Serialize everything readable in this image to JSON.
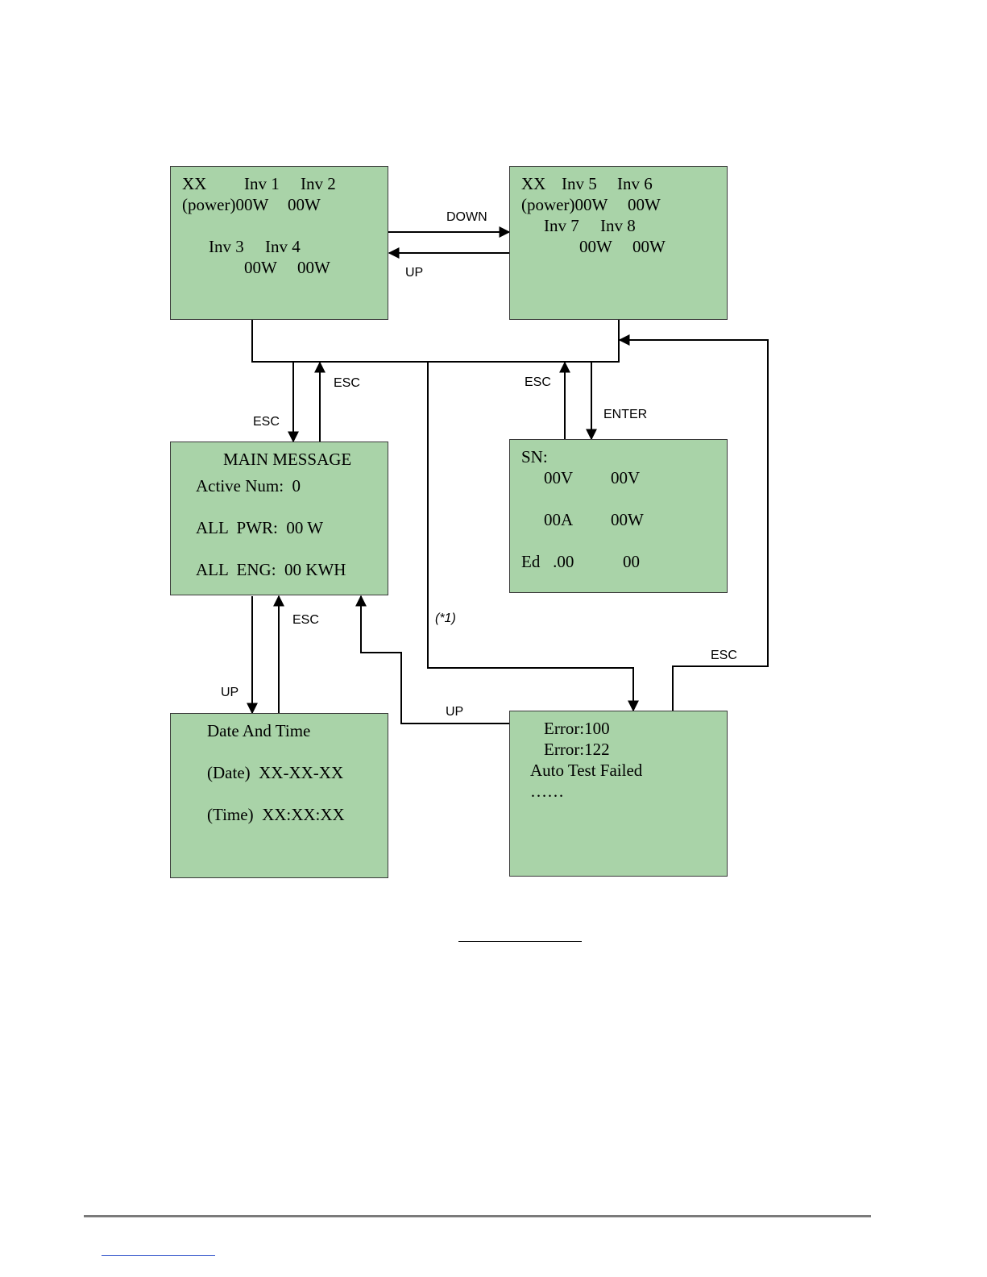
{
  "screens": {
    "inv_1_4": {
      "lines": [
        "XX",
        "Inv 1",
        "Inv 2",
        "(power)00W",
        "00W",
        "Inv 3",
        "Inv 4",
        "00W",
        "00W"
      ]
    },
    "inv_5_8": {
      "lines": [
        "XX",
        "Inv 5",
        "Inv 6",
        "(power)00W",
        "00W",
        "Inv 7",
        "Inv 8",
        "00W",
        "00W"
      ]
    },
    "main_message": {
      "lines": [
        "MAIN MESSAGE",
        "Active Num:  0",
        "ALL  PWR:  00 W",
        "ALL  ENG:  00 KWH"
      ]
    },
    "sn": {
      "lines": [
        "SN:",
        "00V",
        "00V",
        "00A",
        "00W",
        "Ed   .00",
        "00"
      ]
    },
    "date_time": {
      "lines": [
        "Date And Time",
        "(Date)  XX-XX-XX",
        "(Time)  XX:XX:XX"
      ]
    },
    "errors": {
      "lines": [
        "Error:100",
        "Error:122",
        "Auto Test Failed",
        "……"
      ]
    }
  },
  "transitions": {
    "down": "DOWN",
    "up_top": "UP",
    "esc_to_main": "ESC",
    "esc_from_main": "ESC",
    "esc_sn": "ESC",
    "enter_sn": "ENTER",
    "esc_date": "ESC",
    "up_date": "UP",
    "up_errors": "UP",
    "esc_errors": "ESC",
    "note": "(*1)"
  }
}
